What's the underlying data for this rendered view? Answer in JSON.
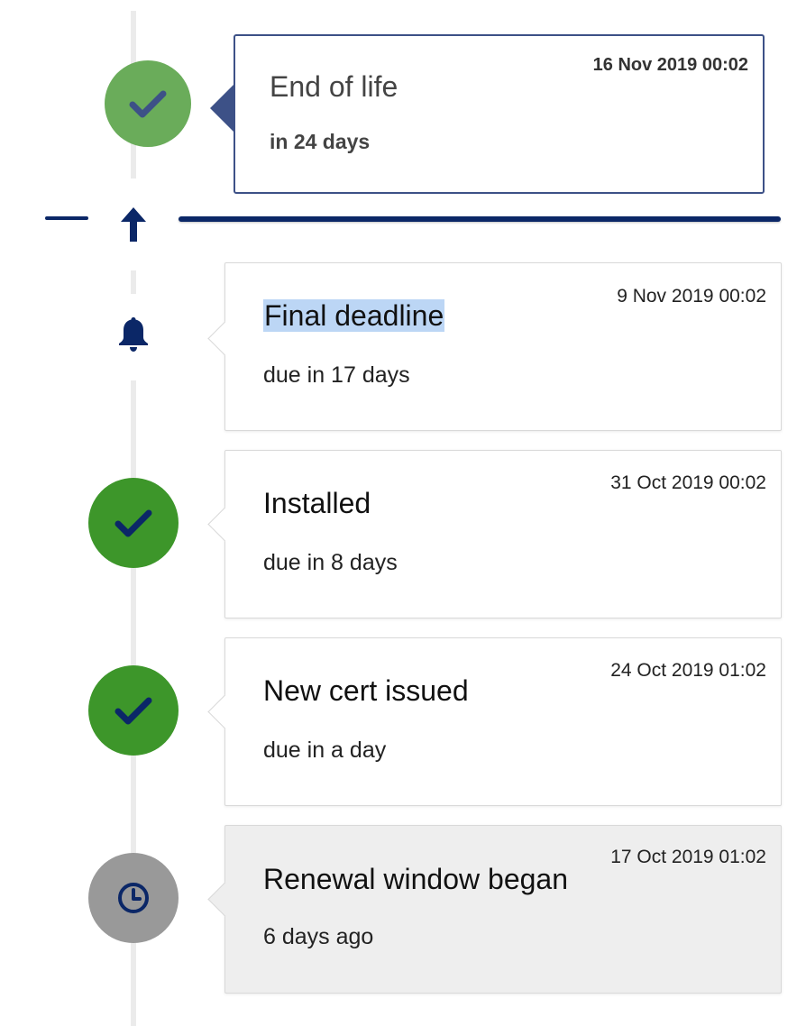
{
  "timeline": {
    "future": {
      "date": "16 Nov 2019 00:02",
      "title": "End of life",
      "subtitle": "in 24 days",
      "icon": "check-icon",
      "marker_color": "#6aac5a"
    },
    "today_marker": {
      "icon": "arrow-up-icon",
      "color": "#0b2767"
    },
    "events": [
      {
        "date": "9 Nov 2019 00:02",
        "title": "Final deadline",
        "subtitle": "due in 17 days",
        "icon": "bell-icon",
        "highlighted": true
      },
      {
        "date": "31 Oct 2019 00:02",
        "title": "Installed",
        "subtitle": "due in 8 days",
        "icon": "check-icon",
        "marker_color": "#3d962a"
      },
      {
        "date": "24 Oct 2019 01:02",
        "title": "New cert issued",
        "subtitle": "due in a day",
        "icon": "check-icon",
        "marker_color": "#3d962a"
      },
      {
        "date": "17 Oct 2019 01:02",
        "title": "Renewal window began",
        "subtitle": "6 days ago",
        "icon": "clock-icon",
        "marker_color": "#999999"
      }
    ]
  },
  "colors": {
    "accent": "#0b2767",
    "highlight": "#bcd6f5",
    "past_card_bg": "#eeeeee"
  }
}
